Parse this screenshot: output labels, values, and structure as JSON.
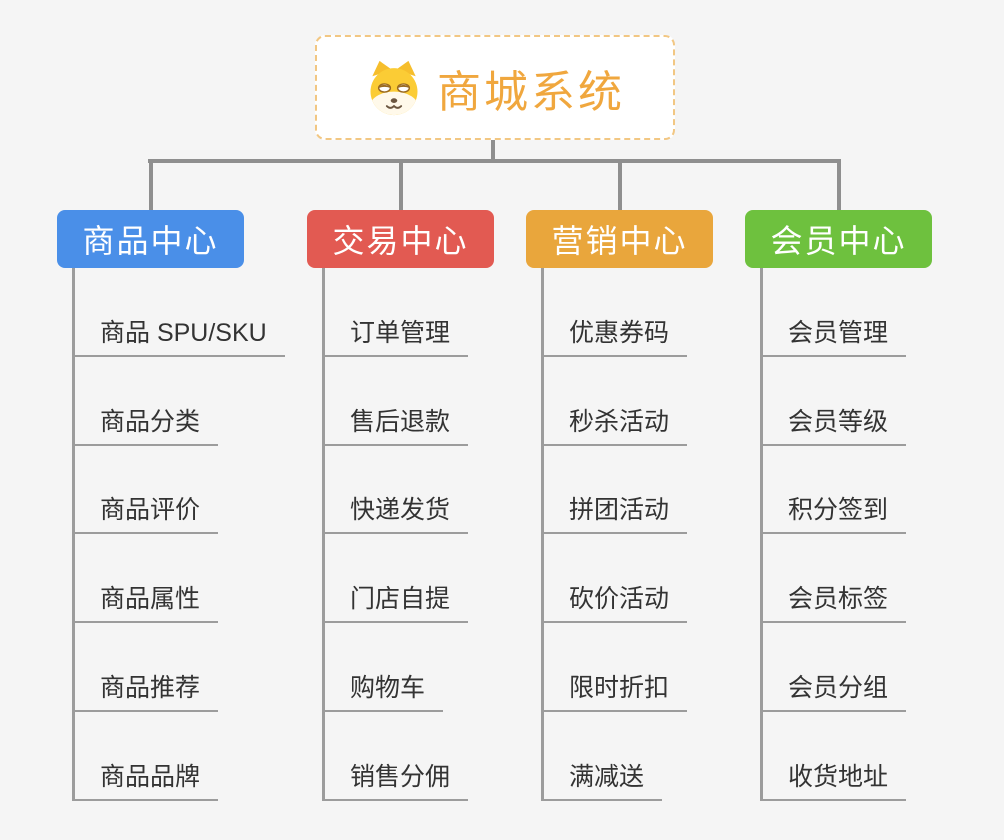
{
  "root": {
    "title": "商城系统",
    "icon": "dog-face-icon"
  },
  "branches": [
    {
      "slug": "product-center",
      "label": "商品中心",
      "color": "#4A8FE8",
      "children": [
        "商品 SPU/SKU",
        "商品分类",
        "商品评价",
        "商品属性",
        "商品推荐",
        "商品品牌"
      ]
    },
    {
      "slug": "trade-center",
      "label": "交易中心",
      "color": "#E25A52",
      "children": [
        "订单管理",
        "售后退款",
        "快递发货",
        "门店自提",
        "购物车",
        "销售分佣"
      ]
    },
    {
      "slug": "marketing-center",
      "label": "营销中心",
      "color": "#E9A63C",
      "children": [
        "优惠券码",
        "秒杀活动",
        "拼团活动",
        "砍价活动",
        "限时折扣",
        "满减送"
      ]
    },
    {
      "slug": "member-center",
      "label": "会员中心",
      "color": "#6EC13E",
      "children": [
        "会员管理",
        "会员等级",
        "积分签到",
        "会员标签",
        "会员分组",
        "收货地址"
      ]
    }
  ],
  "colors": {
    "background": "#F5F5F5",
    "connector": "#8F8F8F",
    "underline": "#9C9C9C",
    "leaf_text": "#333333",
    "root_text": "#F0A73E",
    "root_border": "#F2C783"
  }
}
